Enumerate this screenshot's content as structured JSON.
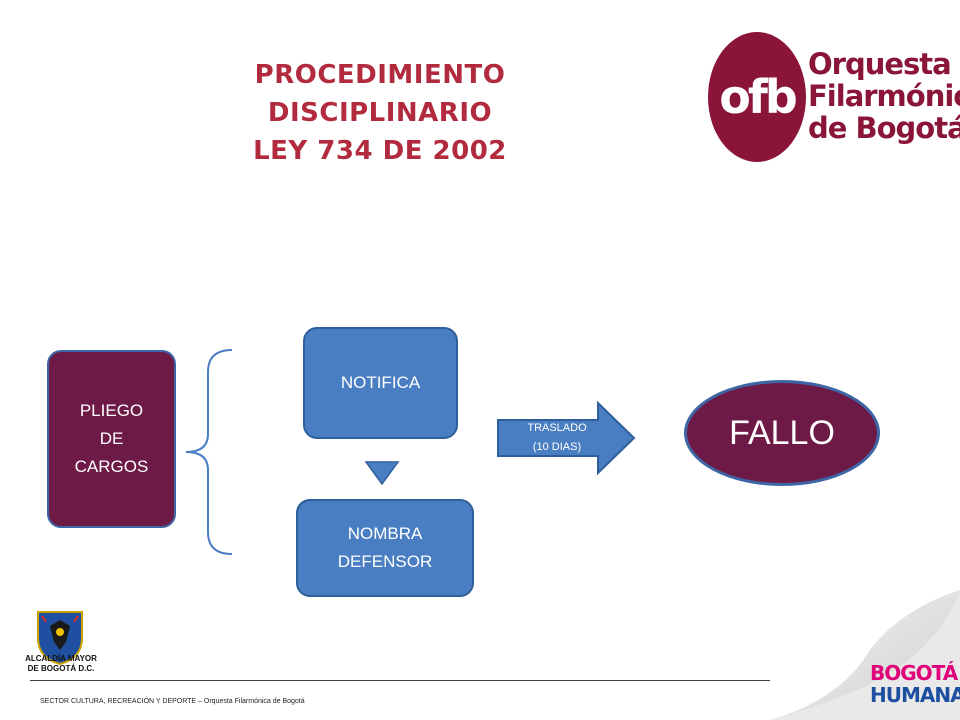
{
  "title": {
    "line1": "PROCEDIMIENTO",
    "line2": "DISCIPLINARIO",
    "line3": "LEY 734 DE 2002"
  },
  "ofb_logo": {
    "mark": "ofb",
    "line1": "Orquesta",
    "line2": "Filarmónica",
    "line3": "de Bogotá",
    "color": "#8a1538"
  },
  "diagram": {
    "pliego": {
      "line1": "PLIEGO",
      "line2": "DE",
      "line3": "CARGOS"
    },
    "notifica": "NOTIFICA",
    "nombra": {
      "line1": "NOMBRA",
      "line2": "DEFENSOR"
    },
    "arrow": {
      "line1": "TRASLADO",
      "line2": "(10 DIAS)"
    },
    "fallo": "FALLO"
  },
  "colors": {
    "burgundy": "#6e1a46",
    "blue": "#4a7ec2",
    "title_red": "#b22a3e"
  },
  "footer": {
    "text": "SECTOR CULTURA, RECREACIÓN Y DEPORTE – Orquesta Filarmónica de Bogotá",
    "alcaldia_line1": "ALCALDÍA MAYOR",
    "alcaldia_line2": "DE BOGOTÁ D.C.",
    "bogota_line1": "BOGOTÁ",
    "bogota_line2": "HUMANA"
  }
}
